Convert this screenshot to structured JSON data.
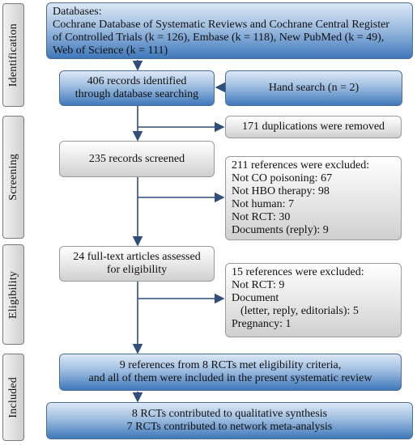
{
  "stages": {
    "identification": "Identification",
    "screening": "Screening",
    "eligibility": "Eligibility",
    "included": "Included"
  },
  "databases": [
    "Databases:",
    "Cochrane Database of Systematic Reviews and Cochrane Central Register",
    "of Controlled Trials (k = 126), Embase (k = 118), New PubMed (k = 49),",
    "Web of Science (k = 111)"
  ],
  "records_identified": [
    "406 records identified",
    "through database searching"
  ],
  "hand_search": "Hand search (n = 2)",
  "duplications": "171 duplications were removed",
  "records_screened": "235 records screened",
  "excluded_screening": [
    "211 references were excluded:",
    "Not CO poisoning: 67",
    "Not HBO therapy: 98",
    "Not human: 7",
    "Not RCT: 30",
    "Documents (reply): 9"
  ],
  "full_text": [
    "24 full-text articles assessed",
    "for eligibility"
  ],
  "excluded_eligibility": [
    "15 references were excluded:",
    "Not RCT: 9",
    "Document",
    "(letter, reply, editorials): 5",
    "Pregnancy: 1"
  ],
  "included_refs": [
    "9 references from 8 RCTs met eligibility criteria,",
    "and all of them were included in the present systematic review"
  ],
  "synthesis": [
    "8 RCTs contributed to qualitative synthesis",
    "7 RCTs contributed to network meta-analysis"
  ],
  "colors": {
    "arrow": "#2f4f7a",
    "blue_dark": "#3f78bb",
    "grey": "#cfcfcf"
  }
}
